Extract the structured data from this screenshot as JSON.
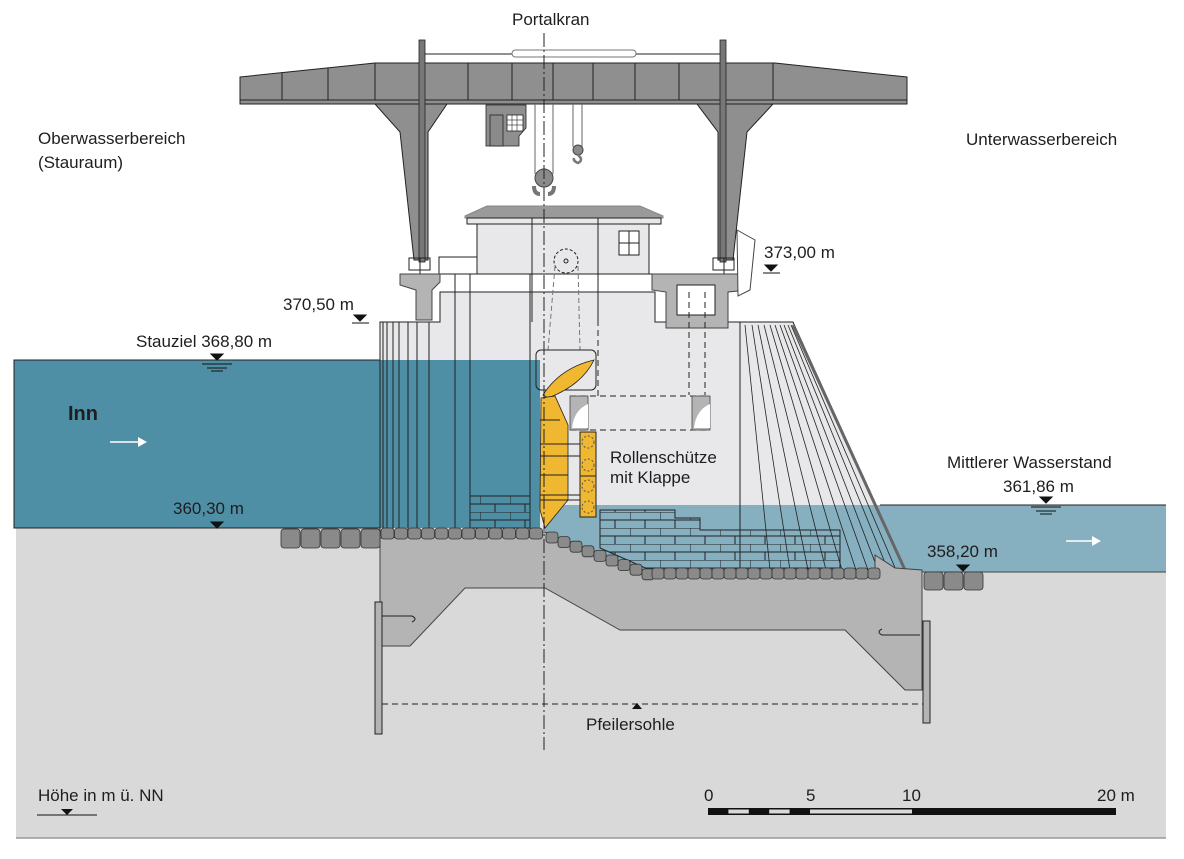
{
  "labels": {
    "crane": "Portalkran",
    "upstream_line1": "Oberwasserbereich",
    "upstream_line2": "(Stauraum)",
    "downstream": "Unterwasserbereich",
    "river": "Inn",
    "gate_line1": "Rollenschütze",
    "gate_line2": "mit Klappe",
    "foundation": "Pfeilersohle",
    "height_legend": "Höhe in m ü. NN"
  },
  "elevations": {
    "crane_rail": "373,00 m",
    "pier_top": "370,50 m",
    "stauziel": "Stauziel 368,80 m",
    "upstream_bed": "360,30 m",
    "mean_level_label": "Mittlerer Wasserstand",
    "mean_level_value": "361,86 m",
    "downstream_bed": "358,20 m"
  },
  "scale_bar": {
    "ticks": [
      "0",
      "5",
      "10",
      "20 m"
    ],
    "max_m": 20
  },
  "colors": {
    "upstream_water": "#4e8fa6",
    "downstream_water": "#86afc0",
    "gate": "#f0b731",
    "crane": "#8f8f8f",
    "concrete": "#b4b4b4",
    "building": "#e8e8ea",
    "ground": "#d9d9d9",
    "stones": "#8a8a8a"
  }
}
